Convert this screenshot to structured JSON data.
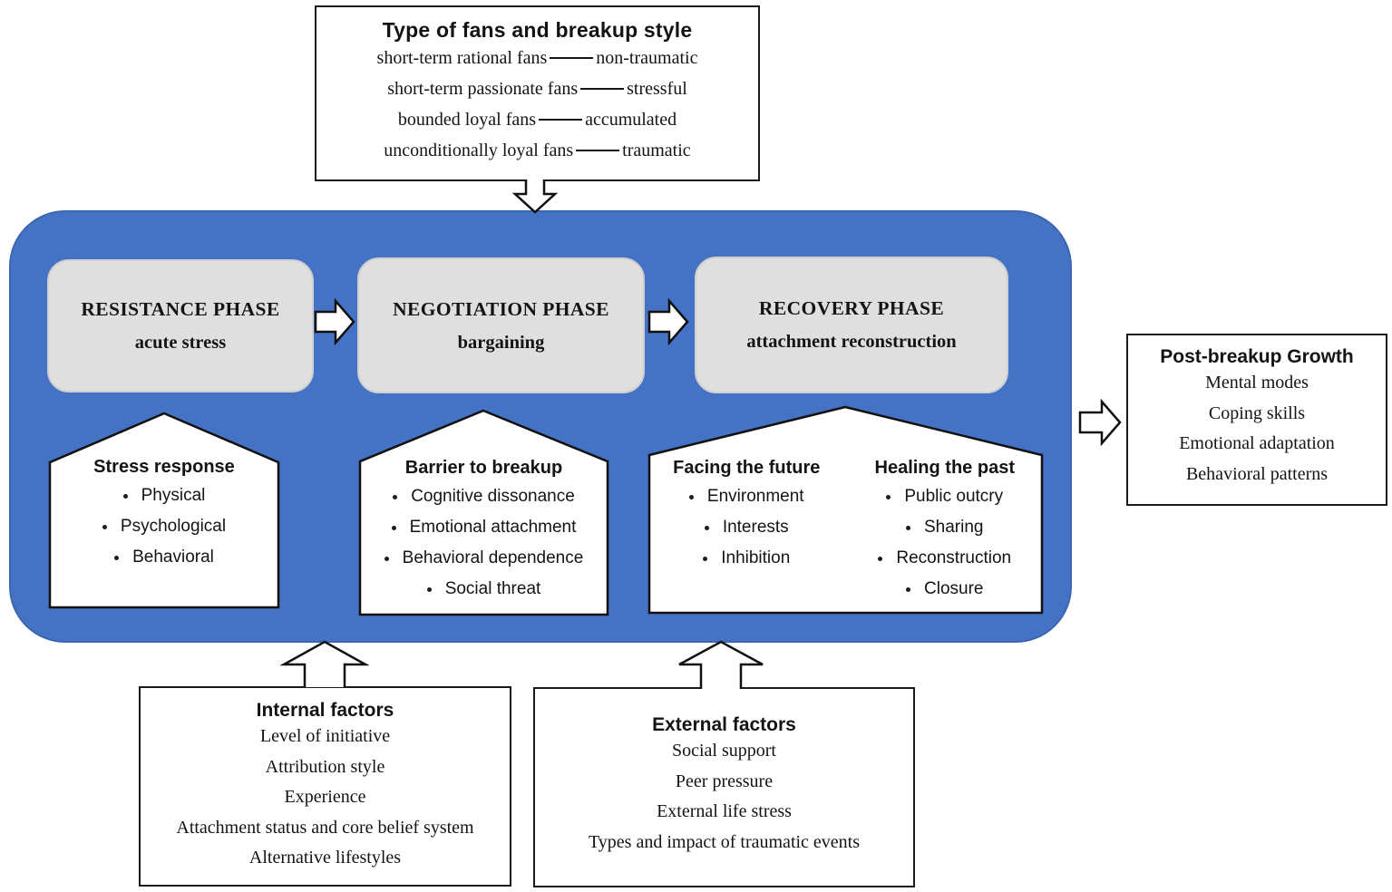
{
  "top_box": {
    "title": "Type of fans and breakup style",
    "pairs": [
      {
        "fan": "short-term rational fans",
        "style": "non-traumatic"
      },
      {
        "fan": "short-term passionate fans",
        "style": "stressful"
      },
      {
        "fan": "bounded loyal fans",
        "style": "accumulated"
      },
      {
        "fan": "unconditionally loyal fans",
        "style": "traumatic"
      }
    ]
  },
  "phases": [
    {
      "title": "RESISTANCE PHASE",
      "subtitle": "acute stress"
    },
    {
      "title": "NEGOTIATION PHASE",
      "subtitle": "bargaining"
    },
    {
      "title": "RECOVERY PHASE",
      "subtitle": "attachment reconstruction"
    }
  ],
  "pentagons": {
    "stress_response": {
      "title": "Stress response",
      "items": [
        "Physical",
        "Psychological",
        "Behavioral"
      ]
    },
    "barrier_to_breakup": {
      "title": "Barrier to breakup",
      "items": [
        "Cognitive dissonance",
        "Emotional attachment",
        "Behavioral dependence",
        "Social threat"
      ]
    },
    "facing_the_future": {
      "title": "Facing the future",
      "items": [
        "Environment",
        "Interests",
        "Inhibition"
      ]
    },
    "healing_the_past": {
      "title": "Healing the past",
      "items": [
        "Public outcry",
        "Sharing",
        "Reconstruction",
        "Closure"
      ]
    }
  },
  "outcome_box": {
    "title": "Post-breakup Growth",
    "items": [
      "Mental modes",
      "Coping skills",
      "Emotional adaptation",
      "Behavioral patterns"
    ]
  },
  "internal_factors": {
    "title": "Internal factors",
    "items": [
      "Level of initiative",
      "Attribution style",
      "Experience",
      "Attachment status and core belief system",
      "Alternative lifestyles"
    ]
  },
  "external_factors": {
    "title": "External factors",
    "items": [
      "Social support",
      "Peer pressure",
      "External life stress",
      "Types and impact of traumatic events"
    ]
  },
  "colors": {
    "panel_blue": "#4472C4",
    "phase_gray": "#DFDFDF",
    "outline_black": "#1a1a1a",
    "box_white": "#ffffff"
  }
}
